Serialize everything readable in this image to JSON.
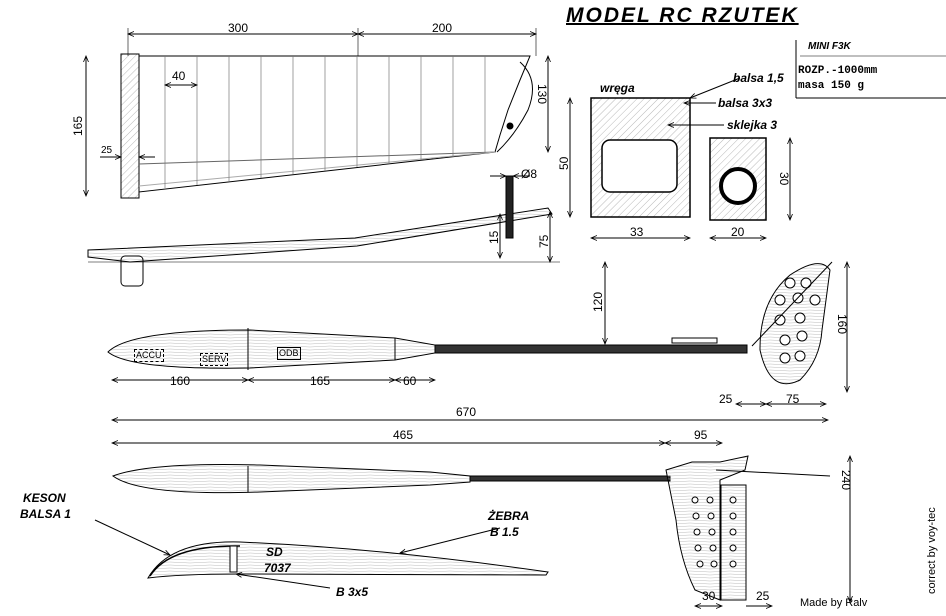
{
  "title": "MODEL RC RZUTEK",
  "subtitle": "MINI F3K",
  "specs": [
    "ROZP.-1000mm",
    "masa 150 g"
  ],
  "credits": {
    "made_by": "Made by Ralv",
    "corrected": "correct by voy-tec"
  },
  "wing_dims": [
    "300",
    "200",
    "40",
    "165",
    "130",
    "25"
  ],
  "section_labels": {
    "wrega": "wręga",
    "balsa15": "balsa 1,5",
    "balsa33": "balsa 3x3",
    "sklejka": "sklejka 3"
  },
  "section_dims": [
    "50",
    "33",
    "30",
    "20"
  ],
  "joiner_dims": [
    "Ø8",
    "15",
    "75"
  ],
  "fuselage": {
    "labels": [
      "ACCU",
      "SERV",
      "ODB"
    ],
    "dims": [
      "160",
      "165",
      "60",
      "670",
      "120",
      "160",
      "25",
      "75"
    ]
  },
  "side_dims": [
    "465",
    "95",
    "240",
    "30",
    "25"
  ],
  "airfoil": {
    "keson": "KESON",
    "keson_balsa": "BALSA 1",
    "zebra": "ŻEBRA",
    "zebra_b": "B 1.5",
    "sd": "SD",
    "sd_num": "7037",
    "spar": "B 3x5"
  }
}
